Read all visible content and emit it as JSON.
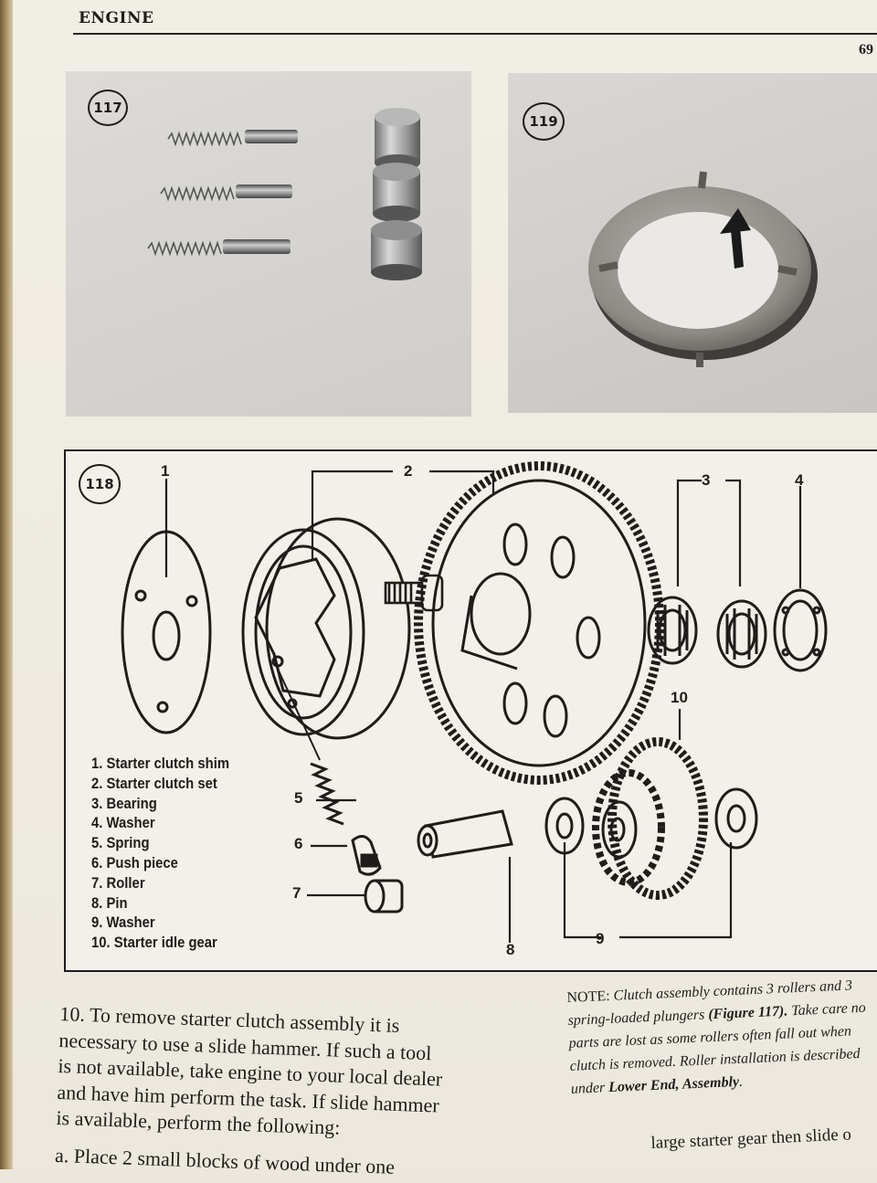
{
  "running_head": "ENGINE",
  "page_number": "69",
  "figures": {
    "fig117": {
      "label": "117"
    },
    "fig118": {
      "label": "118",
      "callouts": [
        "1",
        "2",
        "3",
        "4",
        "5",
        "6",
        "7",
        "8",
        "9",
        "10"
      ],
      "legend": [
        "1. Starter clutch shim",
        "2. Starter clutch set",
        "3. Bearing",
        "4. Washer",
        "5. Spring",
        "6. Push piece",
        "7. Roller",
        "8. Pin",
        "9. Washer",
        "10. Starter idle gear"
      ]
    },
    "fig119": {
      "label": "119"
    }
  },
  "body": {
    "step10_lines": [
      "10. To remove starter clutch assembly it is",
      "necessary to use a slide hammer. If such a tool",
      "is not available, take engine to your local dealer",
      "and have him perform the task. If slide hammer",
      "is available, perform the following:"
    ],
    "step_a_partial": "a. Place 2 small blocks of wood under one"
  },
  "note": {
    "label": "NOTE:",
    "text1": "Clutch assembly contains 3 rollers and 3 spring-loaded plungers",
    "figure_ref": "(Figure 117).",
    "text2": "Take care no parts are lost as some rollers often fall out when clutch is removed. Roller installation is described under",
    "bold_ref": "Lower End, Assembly",
    "end": "."
  },
  "next_column_partial": "large starter gear then slide o"
}
